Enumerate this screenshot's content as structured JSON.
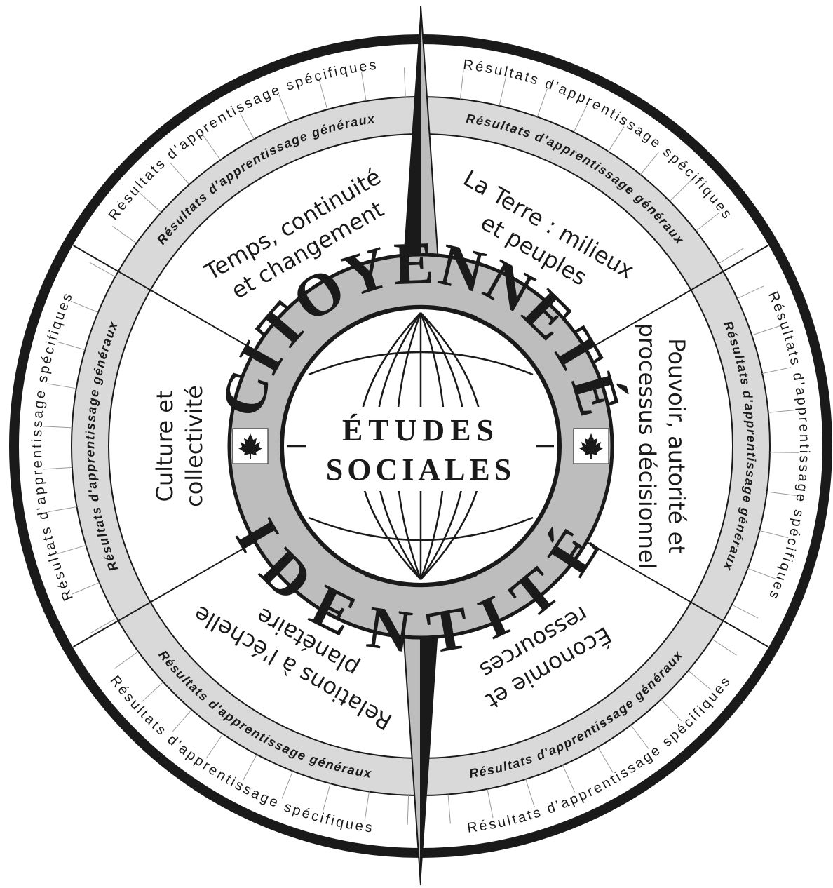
{
  "center": {
    "title_line1": "ÉTUDES",
    "title_line2": "SOCIALES"
  },
  "ring": {
    "top_word": "CITOYENNETÉ",
    "bottom_word": "IDENTITÉ"
  },
  "band_labels": {
    "general": "Résultats d'apprentissage généraux",
    "specific": "Résultats d'apprentissage spécifiques"
  },
  "sectors": [
    {
      "id": "temps",
      "lines": [
        "Temps, continuité",
        "et changement"
      ]
    },
    {
      "id": "terre",
      "lines": [
        "La Terre : milieux",
        "et peuples"
      ]
    },
    {
      "id": "pouvoir",
      "lines": [
        "Pouvoir, autorité et",
        "processus décisionnel"
      ]
    },
    {
      "id": "economie",
      "lines": [
        "Économie et",
        "ressources"
      ]
    },
    {
      "id": "relations",
      "lines": [
        "Relations à l'échelle",
        "planétaire"
      ]
    },
    {
      "id": "culture",
      "lines": [
        "Culture et",
        "collectivité"
      ]
    }
  ],
  "icons": {
    "left": "maple-leaf-icon",
    "right": "maple-leaf-icon"
  },
  "colors": {
    "ring_gray": "#bdbdbd",
    "band_gray": "#d9d9d9",
    "ink": "#1a1a1a",
    "white": "#ffffff"
  }
}
